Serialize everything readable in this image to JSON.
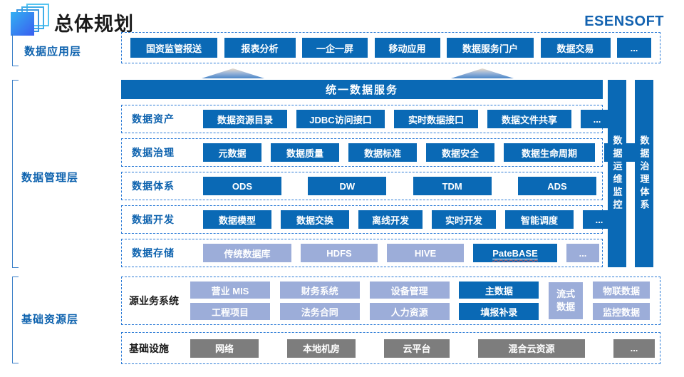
{
  "header": {
    "title": "总体规划",
    "brand": "ESENSOFT"
  },
  "layers": {
    "app": {
      "label": "数据应用层",
      "items": [
        "国资监管报送",
        "报表分析",
        "一企一屏",
        "移动应用",
        "数据服务门户",
        "数据交易",
        "..."
      ]
    },
    "management": {
      "label": "数据管理层",
      "service_bar": "统一数据服务",
      "rows": [
        {
          "label": "数据资产",
          "items": [
            "数据资源目录",
            "JDBC访问接口",
            "实时数据接口",
            "数据文件共享",
            "..."
          ]
        },
        {
          "label": "数据治理",
          "items": [
            "元数据",
            "数据质量",
            "数据标准",
            "数据安全",
            "数据生命周期",
            "..."
          ]
        },
        {
          "label": "数据体系",
          "items": [
            "ODS",
            "DW",
            "TDM",
            "ADS"
          ]
        },
        {
          "label": "数据开发",
          "items": [
            "数据模型",
            "数据交换",
            "离线开发",
            "实时开发",
            "智能调度",
            "..."
          ]
        },
        {
          "label": "数据存储",
          "items": [
            "传统数据库",
            "HDFS",
            "HIVE",
            "PateBASE",
            "..."
          ]
        }
      ],
      "side_bars": [
        "数据运维监控",
        "数据治理体系"
      ]
    },
    "resource": {
      "label": "基础资源层",
      "source_systems": {
        "label": "源业务系统",
        "columns": [
          {
            "top": "营业 MIS",
            "bottom": "工程项目"
          },
          {
            "top": "财务系统",
            "bottom": "法务合同"
          },
          {
            "top": "设备管理",
            "bottom": "人力资源"
          },
          {
            "top": "主数据",
            "bottom": "填报补录"
          }
        ],
        "stream": "流式数据",
        "right_top": "物联数据",
        "right_bottom": "监控数据"
      },
      "infrastructure": {
        "label": "基础设施",
        "items": [
          "网络",
          "本地机房",
          "云平台",
          "混合云资源",
          "..."
        ]
      }
    }
  },
  "colors": {
    "primary_blue": "#0a69b5",
    "light_periwinkle": "#9cadd9",
    "gray": "#7d7d7d",
    "dashed_border": "#2a7ad6",
    "label_blue": "#0d62ae",
    "brand_blue": "#1262b0"
  }
}
